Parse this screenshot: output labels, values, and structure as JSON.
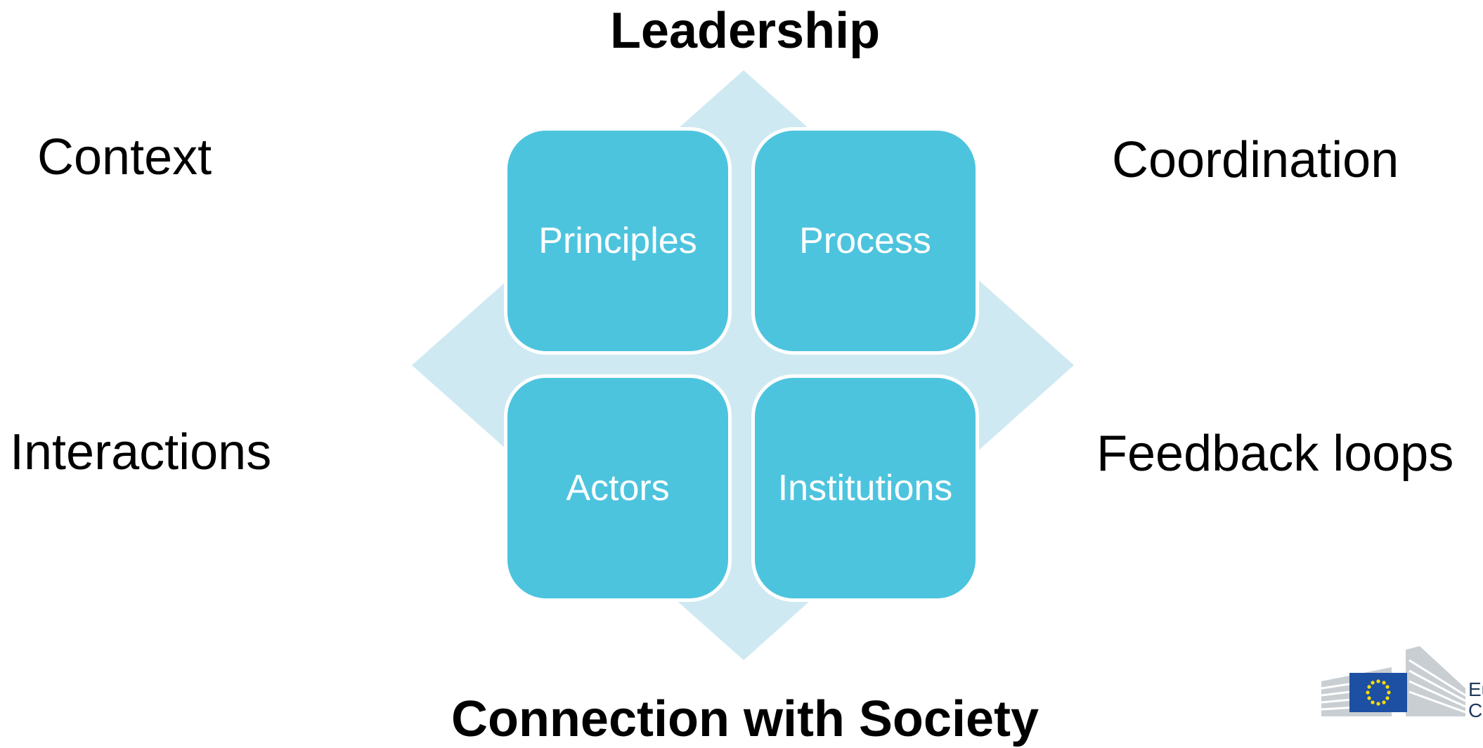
{
  "diagram": {
    "top_title": "Leadership",
    "bottom_title": "Connection with Society",
    "left_labels": [
      "Context",
      "Interactions"
    ],
    "right_labels": [
      "Coordination",
      "Feedback loops"
    ],
    "quadrants": [
      "Principles",
      "Process",
      "Actors",
      "Institutions"
    ],
    "colors": {
      "quadrant_fill": "#4dc4de",
      "diamond_fill": "#cfe9f2",
      "text": "#000000"
    }
  },
  "logo": {
    "line1": "Eu",
    "line2": "Co",
    "icon": "eu-flag-icon"
  }
}
